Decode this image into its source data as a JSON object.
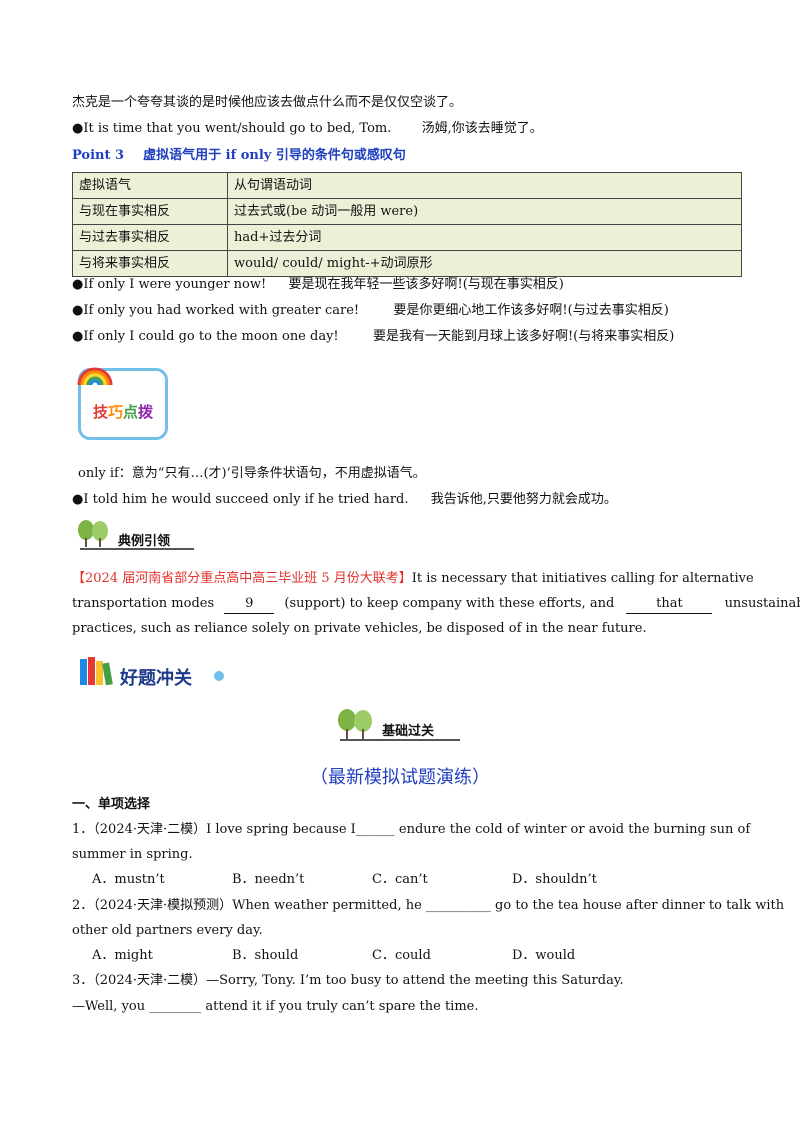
{
  "top_lines": {
    "l1": "杰克是一个夸夸其谈的是时候他应该去做点什么而不是仅仅空谈了。",
    "l2_en": "●It is time that you went/should go to bed, Tom.",
    "l2_cn": "汤姆,你该去睡觉了。"
  },
  "point3": {
    "label": "Point  3",
    "title": "虚拟语气用于  if  only 引导的条件句或感叹句"
  },
  "table": {
    "rows": [
      [
        "虚拟语气",
        "从句谓语动词"
      ],
      [
        "与现在事实相反",
        "过去式或(be 动词一般用 were)"
      ],
      [
        "与过去事实相反",
        "had+过去分词"
      ],
      [
        "与将来事实相反",
        "would/ could/ might-+动词原形"
      ]
    ]
  },
  "examples": {
    "e1_en": "●If only I were younger now!",
    "e1_cn": "要是现在我年轻一些该多好啊!(与现在事实相反)",
    "e2_en": "●If only you had worked with greater care!",
    "e2_cn": "要是你更细心地工作该多好啊!(与过去事实相反)",
    "e3_en": "●If only I could go to the moon one day!",
    "e3_cn": "要是我有一天能到月球上该多好啊!(与将来事实相反)"
  },
  "tip_badge": "技巧点拨",
  "tip": {
    "t1": "only if：意为“只有…(才)’引导条件状语句，不用虚拟语气。",
    "t2_en": "●I told him he would succeed only if he tried hard.",
    "t2_cn": "我告诉他,只要他努力就会成功。"
  },
  "example_head": "典例引领",
  "exam": {
    "source": "【2024 届河南省部分重点高中高三毕业班 5 月份大联考】",
    "p1": "It is necessary that initiatives calling for alternative",
    "p2_a": "transportation modes",
    "blank1": "9",
    "p2_b": "(support) to keep company with these efforts, and",
    "blank2": "that",
    "p2_c": "unsustainable",
    "p3": "practices, such as reliance solely on private vehicles, be disposed of in the near future."
  },
  "good_head": "好题冲关",
  "basic_head": "基础过关",
  "section_title": "（最新模拟试题演练）",
  "part1": "一、单项选择",
  "q1": {
    "stem1": "1．（2024·天津·二模）I love spring because I______ endure the cold of winter or avoid the burning sun of",
    "stem2": "summer in spring.",
    "options": [
      "A．mustn’t",
      "B．needn’t",
      "C．can’t",
      "D．shouldn’t"
    ]
  },
  "q2": {
    "stem1": "2．（2024·天津·模拟预测）When weather permitted, he __________ go to the tea house after dinner to talk with",
    "stem2": "other old partners every day.",
    "options": [
      "A．might",
      "B．should",
      "C．could",
      "D．would"
    ]
  },
  "q3": {
    "stem1": "3．（2024·天津·二模）—Sorry, Tony. I’m too busy to attend the meeting this Saturday.",
    "stem2": "—Well, you ________ attend it if you truly can’t spare the time."
  },
  "colors": {
    "blue": "#1f3fbf",
    "red": "#e0322c",
    "table_bg": "#eaf1d6",
    "badge_border": "#72c0e8"
  },
  "icons": [
    "rainbow-icon",
    "tree-icon",
    "books-icon"
  ]
}
